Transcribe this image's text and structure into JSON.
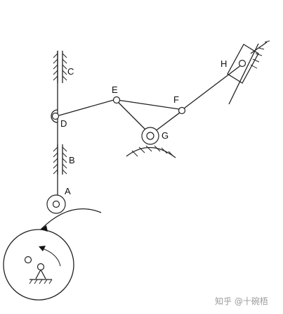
{
  "labels": {
    "a": "A",
    "b": "B",
    "c": "C",
    "d": "D",
    "e": "E",
    "f": "F",
    "g": "G",
    "h": "H"
  },
  "watermark": "知乎 @十碗梧"
}
